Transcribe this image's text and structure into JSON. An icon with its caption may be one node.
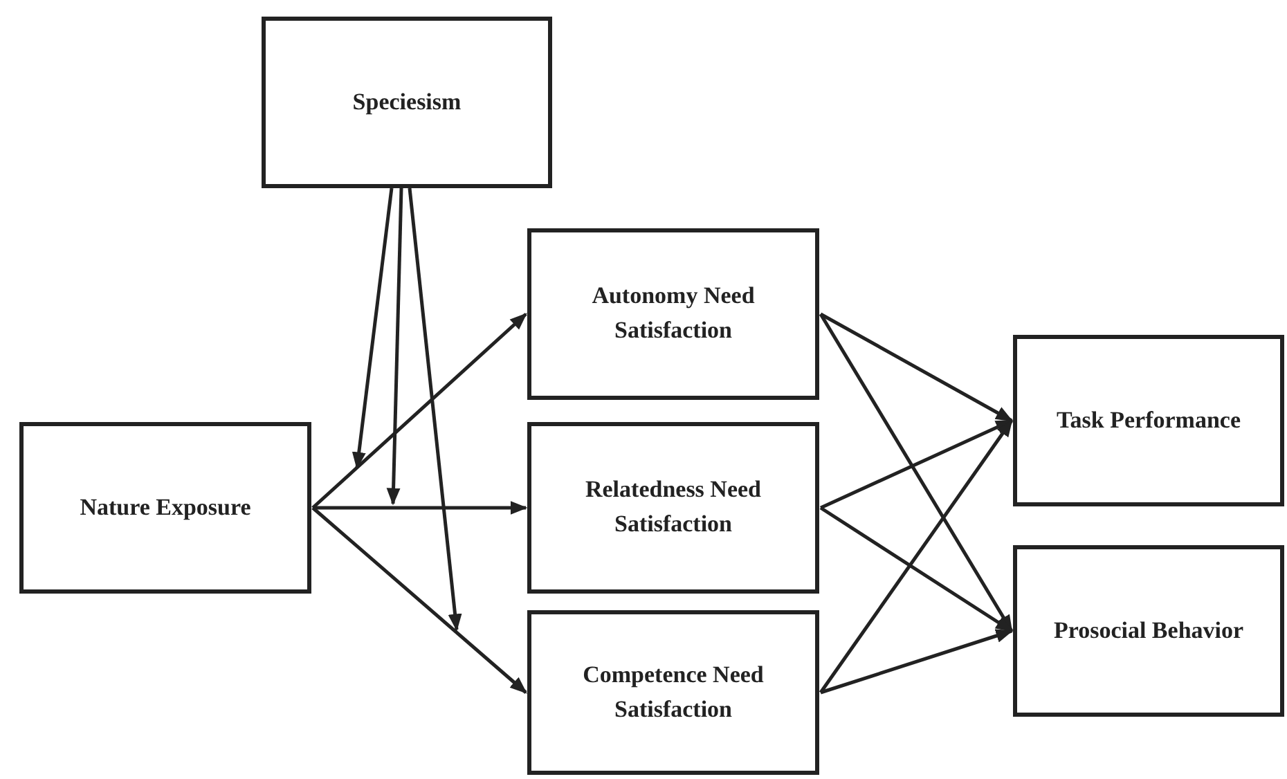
{
  "diagram": {
    "nodes": [
      {
        "text": [
          "Speciesism"
        ]
      },
      {
        "text": [
          "Autonomy Need Satisfaction"
        ]
      },
      {
        "text": [
          "Nature Exposure"
        ]
      },
      {
        "text": [
          "Relatedness Need Satisfaction"
        ]
      },
      {
        "text": [
          "Competence Need Satisfaction"
        ]
      },
      {
        "text": [
          "Task Performance"
        ]
      },
      {
        "text": [
          "Prosocial Behavior"
        ]
      }
    ],
    "edges": [
      {
        "from": 2,
        "to": 1,
        "arrow": "to"
      },
      {
        "from": 2,
        "to": 3,
        "arrow": "to"
      },
      {
        "from": 2,
        "to": 4,
        "arrow": "to"
      },
      {
        "from": 0,
        "to": null,
        "arrow": "to"
      },
      {
        "from": 0,
        "to": null,
        "arrow": "to"
      },
      {
        "from": 0,
        "to": null,
        "arrow": "to"
      },
      {
        "from": 1,
        "to": 5,
        "arrow": "to"
      },
      {
        "from": 1,
        "to": 6,
        "arrow": "to"
      },
      {
        "from": 3,
        "to": 5,
        "arrow": "to"
      },
      {
        "from": 3,
        "to": 6,
        "arrow": "to"
      },
      {
        "from": 4,
        "to": 5,
        "arrow": "to"
      },
      {
        "from": 4,
        "to": 6,
        "arrow": "to"
      }
    ]
  }
}
